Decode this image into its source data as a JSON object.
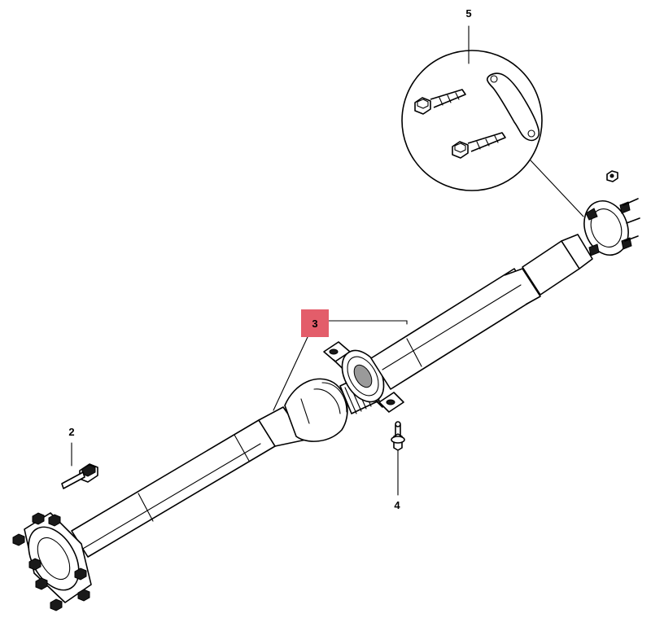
{
  "callouts": [
    {
      "id": "2",
      "label": "2"
    },
    {
      "id": "3",
      "label": "3",
      "highlighted": true,
      "highlight_color": "#e35d6a"
    },
    {
      "id": "4",
      "label": "4"
    },
    {
      "id": "5",
      "label": "5"
    }
  ],
  "parts": [
    {
      "callout": "2",
      "icon": "bolt-icon"
    },
    {
      "callout": "3",
      "icon": "drive-shaft-icon"
    },
    {
      "callout": "4",
      "icon": "bolt-icon"
    },
    {
      "callout": "5",
      "icon": "bracket-bolts-kit-icon"
    }
  ]
}
